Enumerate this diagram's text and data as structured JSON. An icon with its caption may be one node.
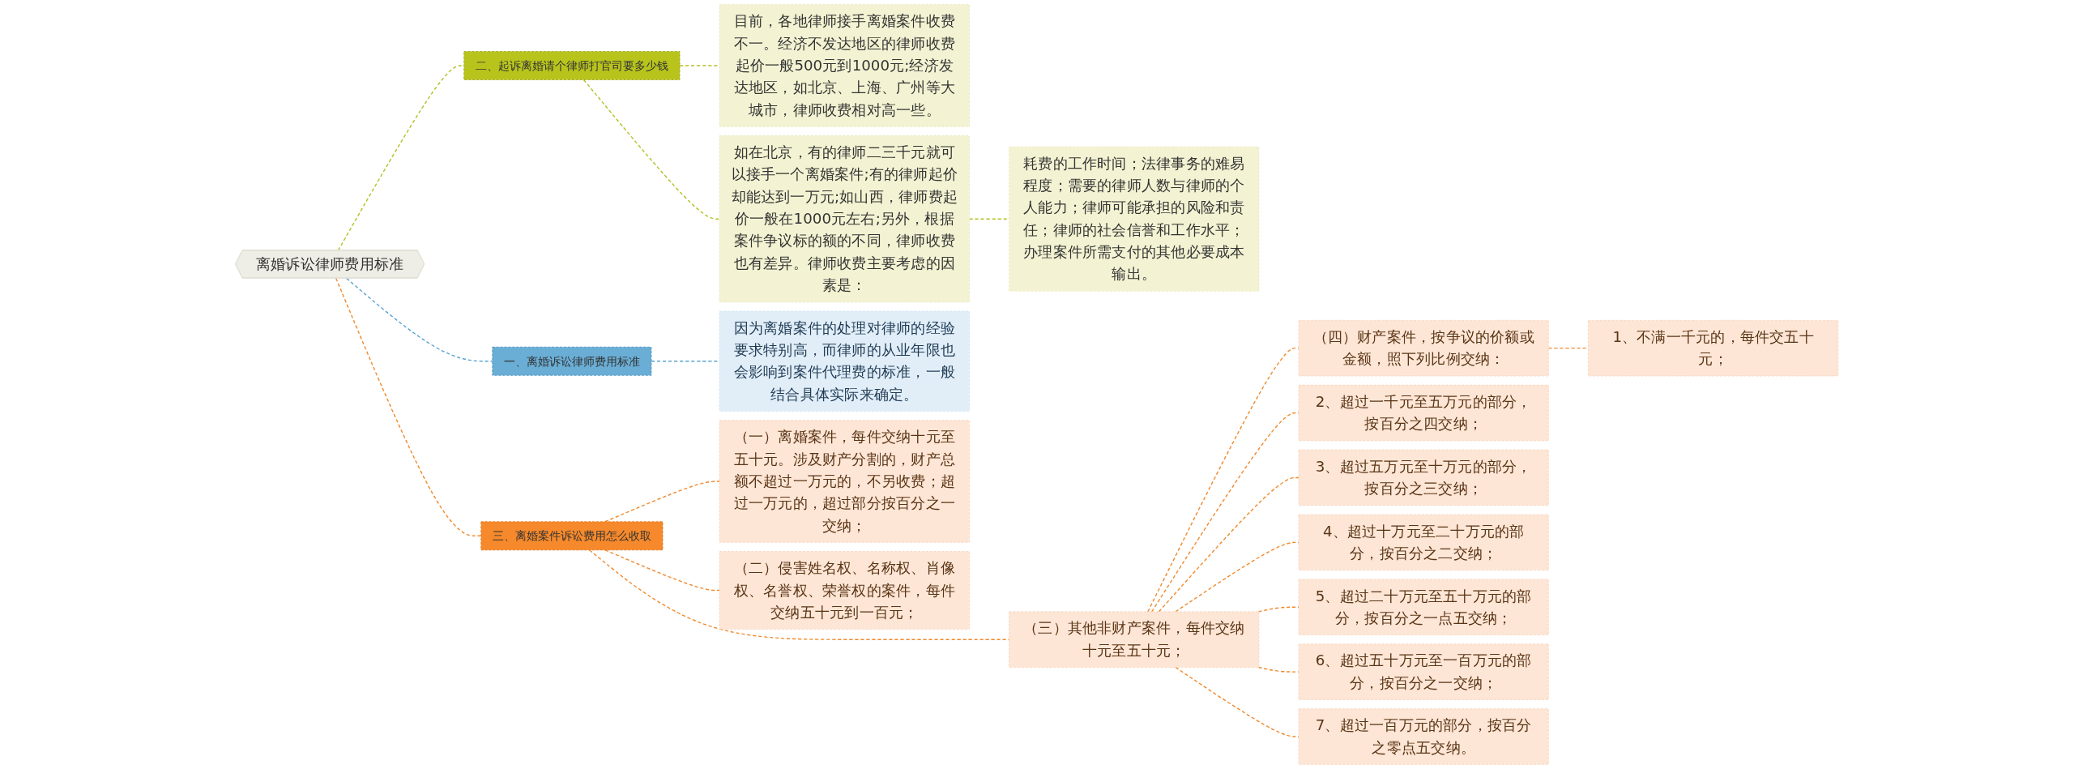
{
  "diagram": {
    "nodes": [
      {
        "text": [
          "离婚诉讼律师费用标准"
        ]
      },
      {
        "text": [
          "二、起诉离婚请个律师打官司要多少钱"
        ]
      },
      {
        "text": [
          "目前，各地律师接手离婚案件收费不一。经济不发达地区的律师收费起价一般500元到1000元;经济发达地区，如北京、上海、广州等大城市，律师收费相对高一些。"
        ]
      },
      {
        "text": [
          "如在北京，有的律师二三千元就可以接手一个离婚案件;有的律师起价却能达到一万元;如山西，律师费起价一般在1000元左右;另外，根据案件争议标的额的不同，律师收费也有差异。律师收费主要考虑的因素是："
        ]
      },
      {
        "text": [
          "耗费的工作时间；法律事务的难易程度；需要的律师人数与律师的个人能力；律师可能承担的风险和责任；律师的社会信誉和工作水平；办理案件所需支付的其他必要成本输出。"
        ]
      },
      {
        "text": [
          "一、离婚诉讼律师费用标准"
        ]
      },
      {
        "text": [
          "因为离婚案件的处理对律师的经验要求特别高，而律师的从业年限也会影响到案件代理费的标准，一般结合具体实际来确定。"
        ]
      },
      {
        "text": [
          "三、离婚案件诉讼费用怎么收取"
        ]
      },
      {
        "text": [
          "（一）离婚案件，每件交纳十元至五十元。涉及财产分割的，财产总额不超过一万元的，不另收费；超过一万元的，超过部分按百分之一交纳；"
        ]
      },
      {
        "text": [
          "（二）侵害姓名权、名称权、肖像权、名誉权、荣誉权的案件，每件交纳五十元到一百元；"
        ]
      },
      {
        "text": [
          "（三）其他非财产案件，每件交纳十元至五十元；"
        ]
      },
      {
        "text": [
          "（四）财产案件，按争议的价额或金额，照下列比例交纳："
        ]
      },
      {
        "text": [
          "1、不满一千元的，每件交五十元；"
        ]
      },
      {
        "text": [
          "2、超过一千元至五万元的部分，按百分之四交纳；"
        ]
      },
      {
        "text": [
          "3、超过五万元至十万元的部分，按百分之三交纳；"
        ]
      },
      {
        "text": [
          "4、超过十万元至二十万元的部分，按百分之二交纳；"
        ]
      },
      {
        "text": [
          "5、超过二十万元至五十万元的部分，按百分之一点五交纳；"
        ]
      },
      {
        "text": [
          "6、超过五十万元至一百万元的部分，按百分之一交纳；"
        ]
      },
      {
        "text": [
          "7、超过一百万元的部分，按百分之零点五交纳。"
        ]
      }
    ],
    "edges": [
      {
        "from": 0,
        "to": 1,
        "arrow": "none",
        "style": "dashed",
        "color": "#b5c025"
      },
      {
        "from": 1,
        "to": 2,
        "arrow": "none",
        "style": "dashed",
        "color": "#b5c025"
      },
      {
        "from": 1,
        "to": 3,
        "arrow": "none",
        "style": "dashed",
        "color": "#b5c025"
      },
      {
        "from": 3,
        "to": 4,
        "arrow": "none",
        "style": "dashed",
        "color": "#b5c025"
      },
      {
        "from": 0,
        "to": 5,
        "arrow": "none",
        "style": "dashed",
        "color": "#5ba3cf"
      },
      {
        "from": 5,
        "to": 6,
        "arrow": "none",
        "style": "dashed",
        "color": "#5ba3cf"
      },
      {
        "from": 0,
        "to": 7,
        "arrow": "none",
        "style": "dashed"
      },
      {
        "from": 7,
        "to": 8,
        "arrow": "none",
        "style": "dashed"
      },
      {
        "from": 7,
        "to": 9,
        "arrow": "none",
        "style": "dashed"
      },
      {
        "from": 7,
        "to": 10,
        "arrow": "none",
        "style": "dashed"
      },
      {
        "from": 10,
        "to": 11,
        "arrow": "none",
        "style": "dashed"
      },
      {
        "from": 11,
        "to": 12,
        "arrow": "none",
        "style": "dashed"
      },
      {
        "from": 10,
        "to": 13,
        "arrow": "none",
        "style": "dashed"
      },
      {
        "from": 10,
        "to": 14,
        "arrow": "none",
        "style": "dashed"
      },
      {
        "from": 10,
        "to": 15,
        "arrow": "none",
        "style": "dashed"
      },
      {
        "from": 10,
        "to": 16,
        "arrow": "none",
        "style": "dashed"
      },
      {
        "from": 10,
        "to": 17,
        "arrow": "none",
        "style": "dashed"
      },
      {
        "from": 10,
        "to": 18,
        "arrow": "none",
        "style": "dashed"
      }
    ]
  }
}
